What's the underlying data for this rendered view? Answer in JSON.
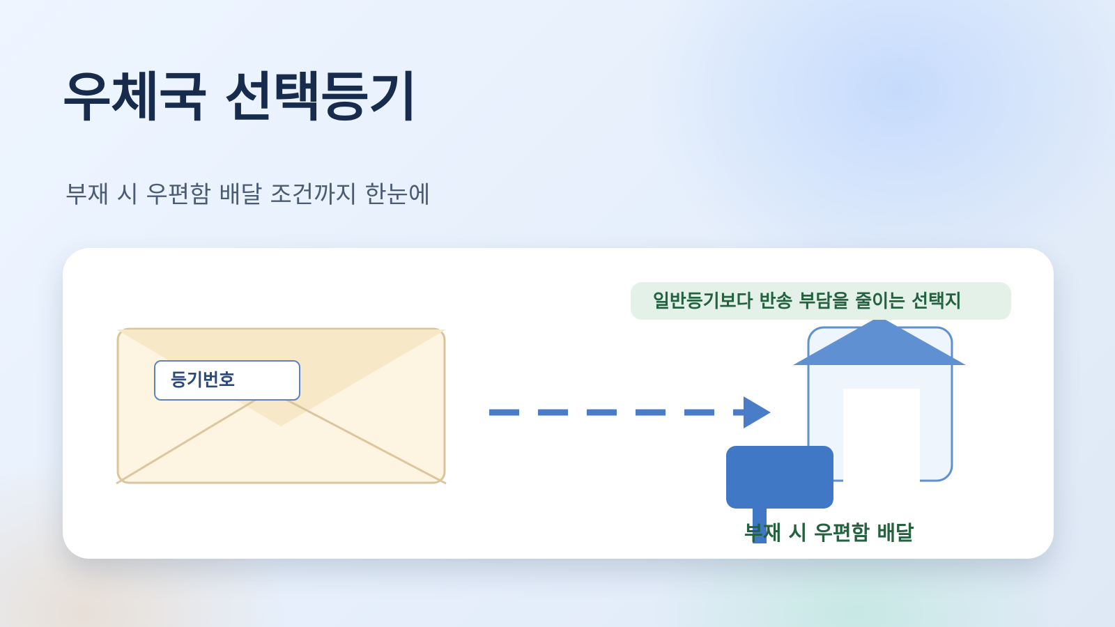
{
  "title": "우체국 선택등기",
  "subtitle": "부재 시 우편함 배달 조건까지 한눈에",
  "diagram": {
    "badge_text": "일반등기보다 반송 부담을 줄이는 선택지",
    "registration_label": "등기번호",
    "mailbox_label": "부재 시 우편함 배달"
  },
  "colors": {
    "title": "#172c4d",
    "accent_blue": "#4a7cc8",
    "house_blue": "#5e90d2",
    "envelope_fill": "#fdf4e2",
    "envelope_stroke": "#d9c59b",
    "badge_bg": "#e3f1e8",
    "badge_text": "#24613f"
  },
  "icons": [
    "envelope-icon",
    "dashed-arrow-icon",
    "house-icon",
    "mailbox-icon"
  ]
}
